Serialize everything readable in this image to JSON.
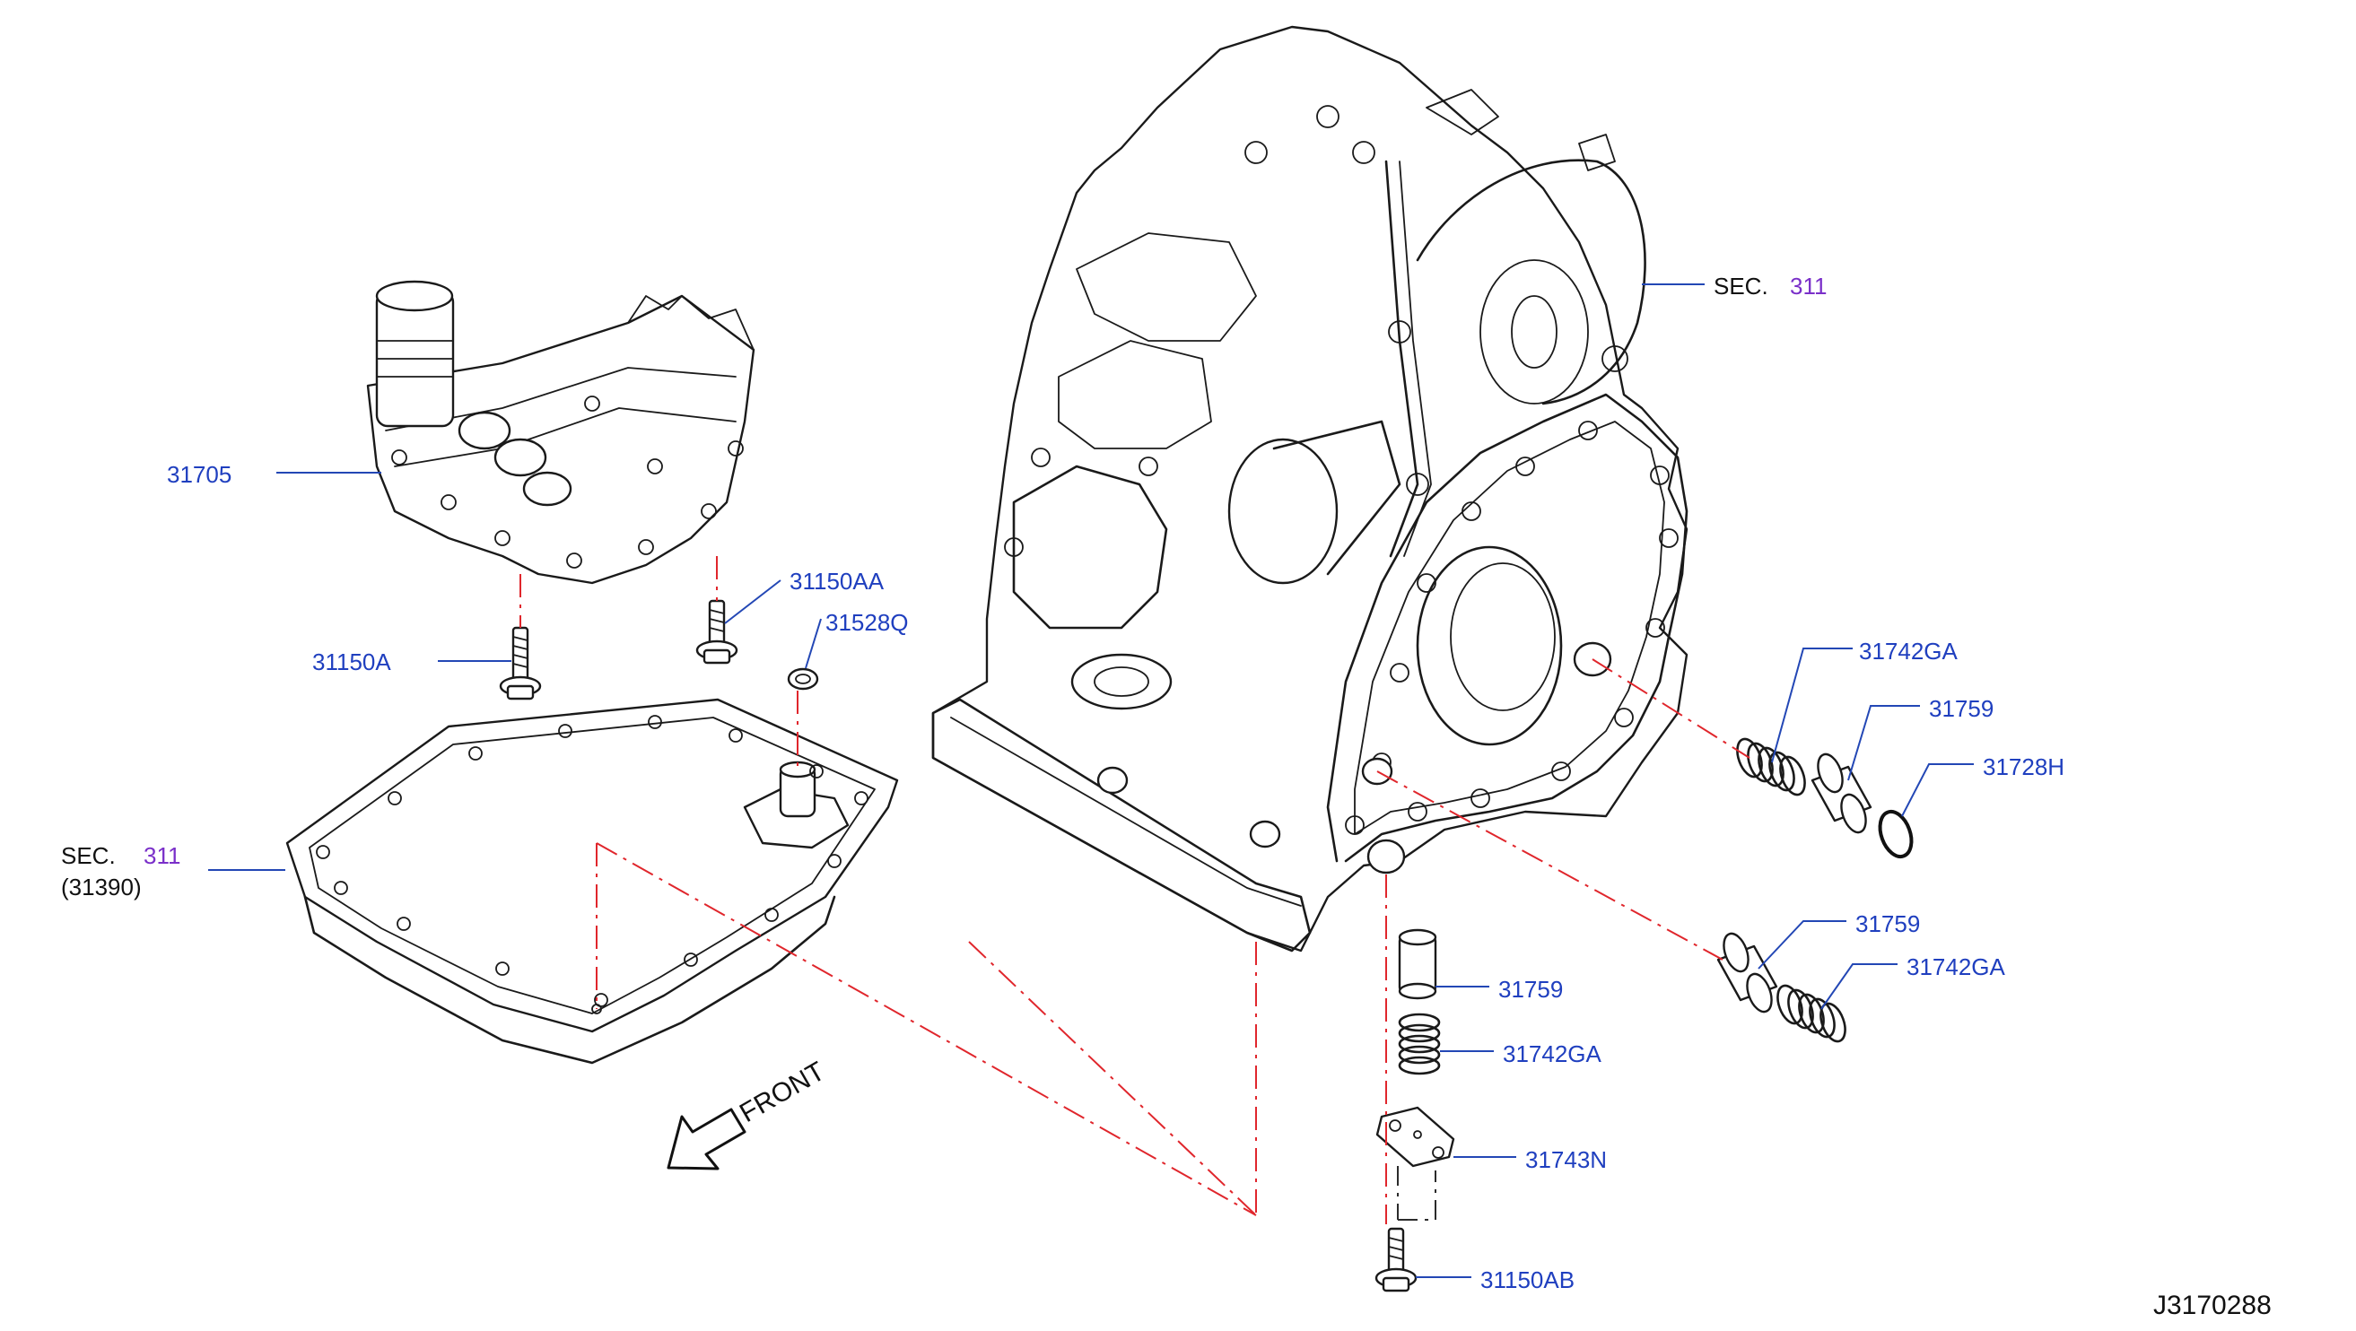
{
  "parts": {
    "control_valve": "31705",
    "bolt_a": "31150A",
    "bolt_aa": "31150AA",
    "seal_q": "31528Q",
    "spring_upper": "31742GA",
    "piston_upper": "31759",
    "oring": "31728H",
    "piston_mid": "31759",
    "spring_mid": "31742GA",
    "piston_lower": "31759",
    "spring_lower": "31742GA",
    "cover": "31743N",
    "bolt_ab": "31150AB"
  },
  "sections": {
    "case_prefix": "SEC.",
    "case_number": "311",
    "pan_prefix": "SEC.",
    "pan_number": "311",
    "pan_sub": "(31390)"
  },
  "front_label": "FRONT",
  "diagram_code": "J3170288",
  "colors": {
    "part_label": "#1f3fbf",
    "section_link": "#7a2fc9",
    "leader": "#2347b5",
    "alignment_dash": "#e0262c"
  }
}
